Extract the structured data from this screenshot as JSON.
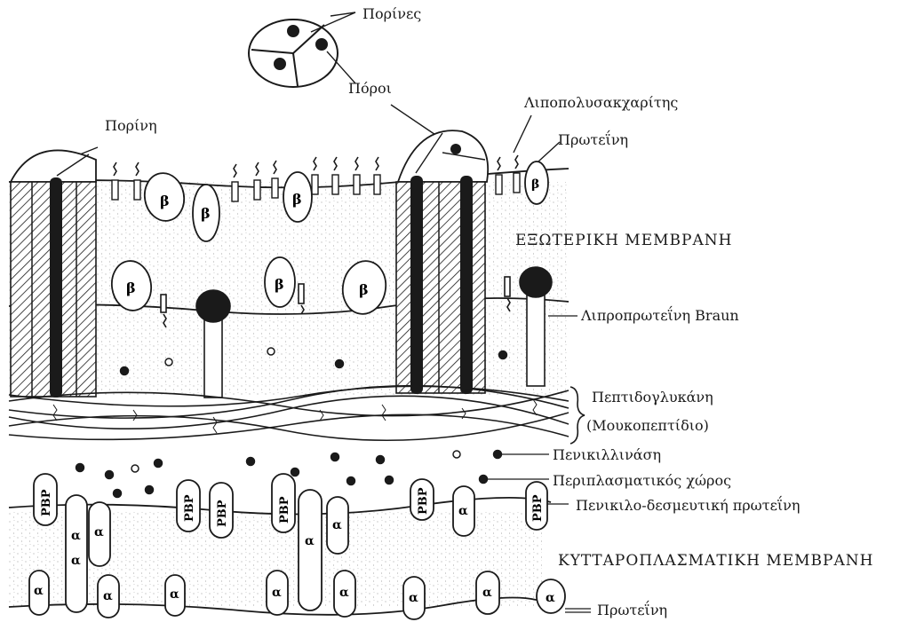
{
  "labels": {
    "porines": "Πορίνες",
    "poroi": "Πόροι",
    "porini": "Πορίνη",
    "lipopolysaccharide": "Λιποπολυσακχαρίτης",
    "protein_top": "Πρωτεΐνη",
    "outer_membrane": "ΕΞΩΤΕΡΙΚΗ ΜΕΜΒΡΑΝΗ",
    "braun_lipoprotein": "Λιπροπρωτεΐνη Braun",
    "peptidoglycan": "Πεπτιδογλυκάνη",
    "mucopeptide": "(Μουκοπεπτίδιο)",
    "penicillinase": "Πενικιλλινάση",
    "periplasmic_space": "Περιπλασματικός χώρος",
    "pbp_label": "Πενικιλο-δεσμευτική πρωτεΐνη",
    "cytoplasmic_membrane": "ΚΥΤΤΑΡΟΠΛΑΣΜΑΤΙΚΗ ΜΕΜΒΡΑΝΗ",
    "protein_bottom": "Πρωτεΐνη"
  },
  "symbols": {
    "beta": "β",
    "alpha": "α",
    "pbp": "PBP"
  },
  "colors": {
    "ink": "#1a1a1a",
    "paper": "#ffffff",
    "stipple": "#8a8a8a"
  }
}
